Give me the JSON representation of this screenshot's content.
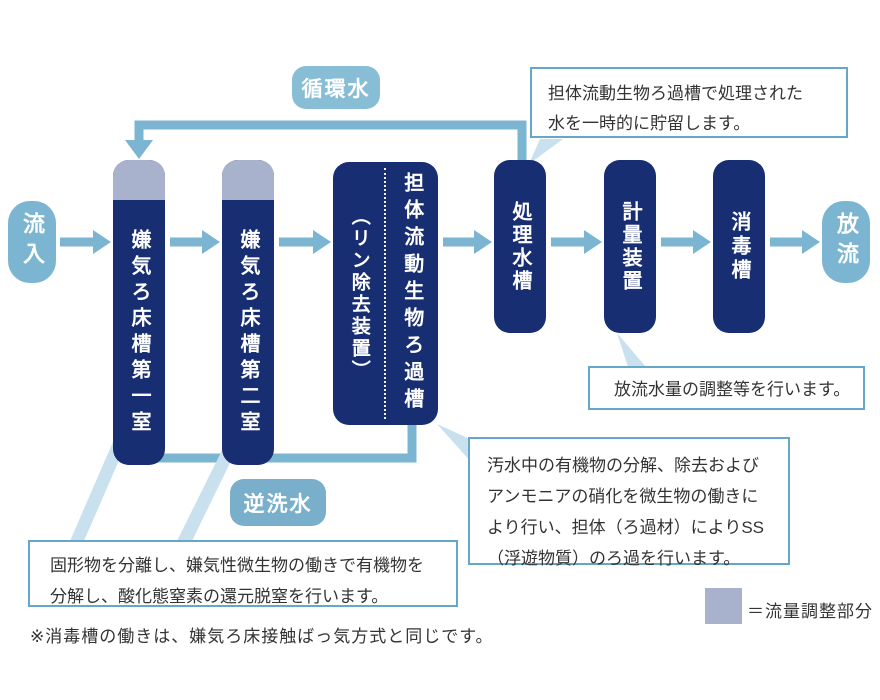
{
  "nodes": {
    "inflow": "流入",
    "tank1": "嫌気ろ床槽第一室",
    "tank2": "嫌気ろ床槽第二室",
    "carrier_main": "担体流動生物ろ過槽",
    "carrier_sub": "（リン除去装置）",
    "treated": "処理水槽",
    "meter": "計量装置",
    "disinfect": "消毒槽",
    "outflow": "放流"
  },
  "flow_labels": {
    "circulation": "循環水",
    "backwash": "逆洗水"
  },
  "callouts": {
    "treated_note": "担体流動生物ろ過槽で処理された\n水を一時的に貯留します。",
    "meter_note": "放流水量の調整等を行います。",
    "carrier_note": "汚水中の有機物の分解、除去および\nアンモニアの硝化を微生物の働きに\nより行い、担体（ろ過材）によりSS\n（浮遊物質）のろ過を行います。",
    "anaerobic_note": "固形物を分離し、嫌気性微生物の働きで有機物を\n分解し、酸化態窒素の還元脱窒を行います。"
  },
  "legend": {
    "label": "＝流量調整部分",
    "swatch_color": "#a9b2cd"
  },
  "footnote": "※消毒槽の働きは、嫌気ろ床接触ばっ気方式と同じです。",
  "colors": {
    "tank_navy": "#182e73",
    "flow_blue": "#7cb5d1",
    "adjust_cap": "#a9b2cd",
    "circulation_pill": "#87bed5",
    "backwash_pill": "#79afcb",
    "callout_border": "#66a7c8"
  }
}
